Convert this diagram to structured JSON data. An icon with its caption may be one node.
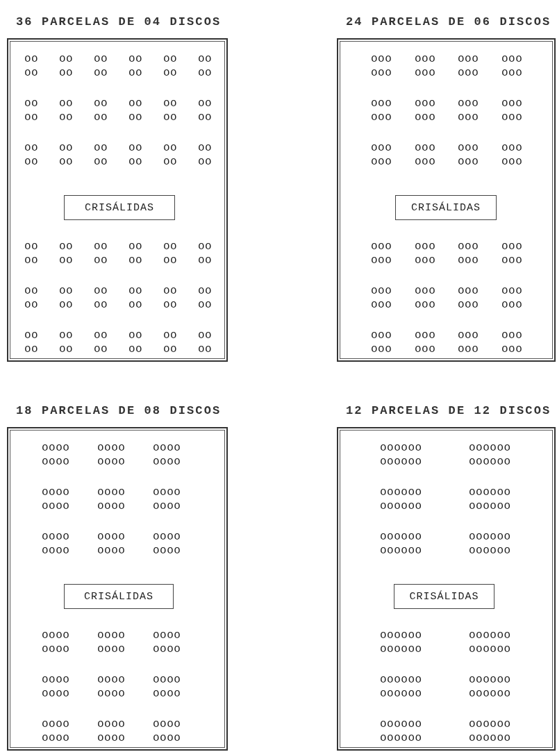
{
  "diagram": {
    "nodes": [
      {
        "text": [
          "36 PARCELAS DE 04 DISCOS"
        ]
      },
      {
        "text": [
          "CRISÁLIDAS"
        ],
        "in": 0
      },
      {
        "text": [
          "24 PARCELAS DE 06 DISCOS"
        ]
      },
      {
        "text": [
          "CRISÁLIDAS"
        ],
        "in": 2
      },
      {
        "text": [
          "18 PARCELAS DE 08 DISCOS"
        ]
      },
      {
        "text": [
          "CRISÁLIDAS"
        ],
        "in": 4
      },
      {
        "text": [
          "12 PARCELAS DE 12 DISCOS"
        ]
      },
      {
        "text": [
          "CRISÁLIDAS"
        ],
        "in": 6
      }
    ],
    "labels": [
      "oo",
      "oo",
      "oo",
      "oo",
      "oo",
      "oo",
      "oo",
      "oo",
      "oo",
      "oo",
      "oo",
      "oo",
      "oo",
      "oo",
      "oo",
      "oo",
      "oo",
      "oo",
      "oo",
      "oo",
      "oo",
      "oo",
      "oo",
      "oo",
      "oo",
      "oo",
      "oo",
      "oo",
      "oo",
      "oo",
      "oo",
      "oo",
      "oo",
      "oo",
      "oo",
      "oo",
      "oo",
      "oo",
      "oo",
      "oo",
      "oo",
      "oo",
      "oo",
      "oo",
      "oo",
      "oo",
      "oo",
      "oo",
      "oo",
      "oo",
      "oo",
      "oo",
      "oo",
      "oo",
      "oo",
      "oo",
      "oo",
      "oo",
      "oo",
      "oo",
      "oo",
      "oo",
      "oo",
      "oo",
      "oo",
      "oo",
      "oo",
      "oo",
      "oo",
      "oo",
      "oo",
      "oo",
      "ooo",
      "ooo",
      "ooo",
      "ooo",
      "ooo",
      "ooo",
      "ooo",
      "ooo",
      "ooo",
      "ooo",
      "ooo",
      "ooo",
      "ooo",
      "ooo",
      "ooo",
      "ooo",
      "ooo",
      "ooo",
      "ooo",
      "ooo",
      "ooo",
      "ooo",
      "ooo",
      "ooo",
      "ooo",
      "ooo",
      "ooo",
      "ooo",
      "ooo",
      "ooo",
      "ooo",
      "ooo",
      "ooo",
      "ooo",
      "ooo",
      "ooo",
      "ooo",
      "ooo",
      "ooo",
      "ooo",
      "ooo",
      "ooo",
      "ooo",
      "ooo",
      "ooo",
      "ooo",
      "ooo",
      "ooo",
      "oooo",
      "oooo",
      "oooo",
      "oooo",
      "oooo",
      "oooo",
      "oooo",
      "oooo",
      "oooo",
      "oooo",
      "oooo",
      "oooo",
      "oooo",
      "oooo",
      "oooo",
      "oooo",
      "oooo",
      "oooo",
      "oooo",
      "oooo",
      "oooo",
      "oooo",
      "oooo",
      "oooo",
      "oooo",
      "oooo",
      "oooo",
      "oooo",
      "oooo",
      "oooo",
      "oooo",
      "oooo",
      "oooo",
      "oooo",
      "oooo",
      "oooo",
      "oooooo",
      "oooooo",
      "oooooo",
      "oooooo",
      "oooooo",
      "oooooo",
      "oooooo",
      "oooooo",
      "oooooo",
      "oooooo",
      "oooooo",
      "oooooo",
      "oooooo",
      "oooooo",
      "oooooo",
      "oooooo",
      "oooooo",
      "oooooo",
      "oooooo",
      "oooooo",
      "oooooo",
      "oooooo",
      "oooooo",
      "oooooo"
    ]
  }
}
